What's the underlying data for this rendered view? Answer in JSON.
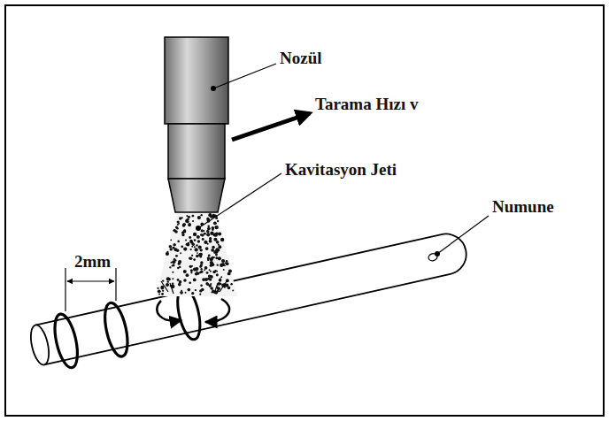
{
  "diagram": {
    "labels": [
      "Nozül",
      "Tarama Hızı v",
      "Kavitasyon Jeti",
      "Numune",
      "2mm"
    ]
  }
}
